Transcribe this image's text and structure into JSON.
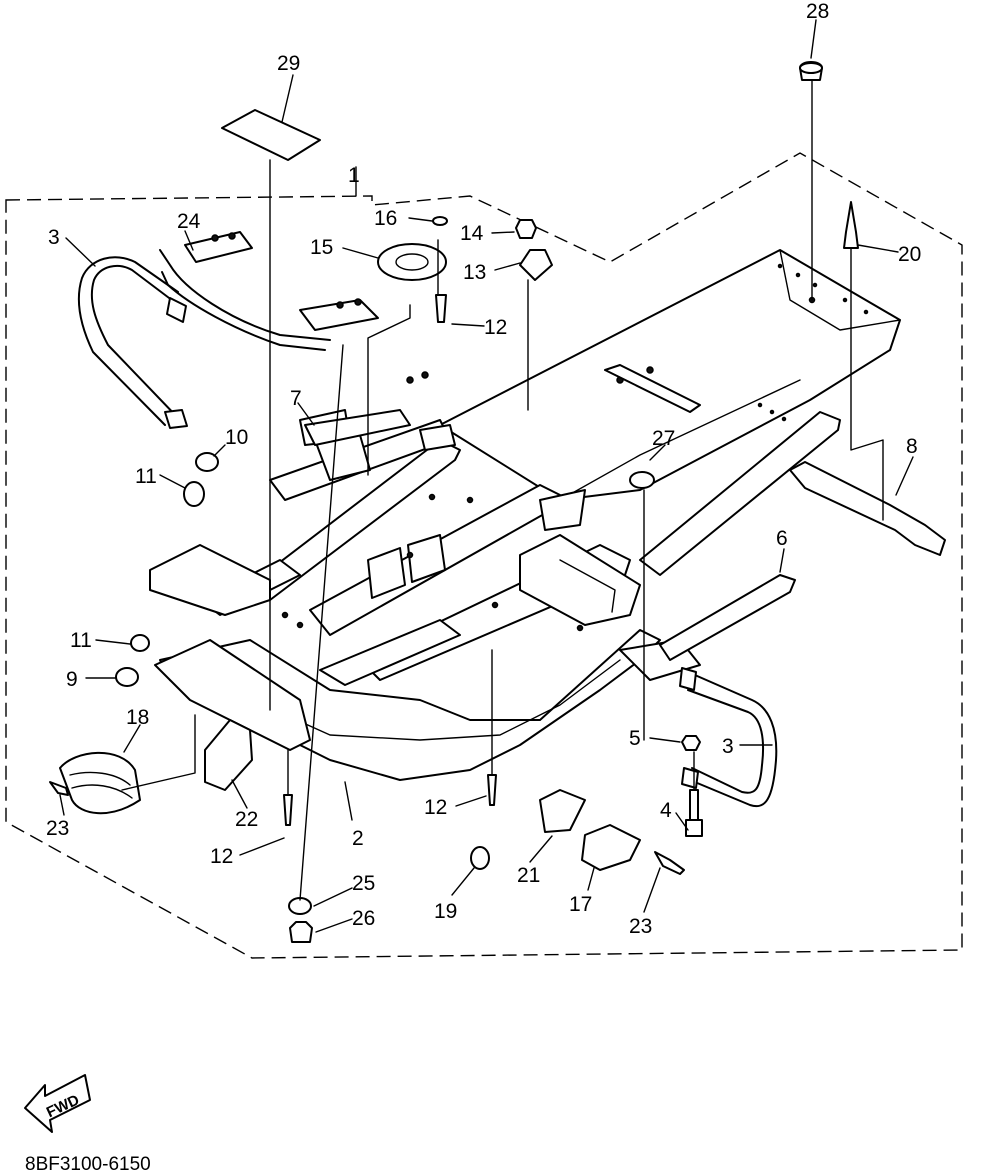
{
  "diagram_code": "8BF3100-6150",
  "fwd_label": "FWD",
  "callouts": [
    {
      "id": "c28",
      "text": "28"
    },
    {
      "id": "c29",
      "text": "29"
    },
    {
      "id": "c1",
      "text": "1"
    },
    {
      "id": "c16",
      "text": "16"
    },
    {
      "id": "c14",
      "text": "14"
    },
    {
      "id": "c15",
      "text": "15"
    },
    {
      "id": "c13",
      "text": "13"
    },
    {
      "id": "c20",
      "text": "20"
    },
    {
      "id": "c3a",
      "text": "3"
    },
    {
      "id": "c24",
      "text": "24"
    },
    {
      "id": "c12a",
      "text": "12"
    },
    {
      "id": "c7",
      "text": "7"
    },
    {
      "id": "c10",
      "text": "10"
    },
    {
      "id": "c27",
      "text": "27"
    },
    {
      "id": "c8",
      "text": "8"
    },
    {
      "id": "c11a",
      "text": "11"
    },
    {
      "id": "c6",
      "text": "6"
    },
    {
      "id": "c11b",
      "text": "11"
    },
    {
      "id": "c9",
      "text": "9"
    },
    {
      "id": "c18",
      "text": "18"
    },
    {
      "id": "c5",
      "text": "5"
    },
    {
      "id": "c3b",
      "text": "3"
    },
    {
      "id": "c12b",
      "text": "12"
    },
    {
      "id": "c4",
      "text": "4"
    },
    {
      "id": "c22",
      "text": "22"
    },
    {
      "id": "c23a",
      "text": "23"
    },
    {
      "id": "c2",
      "text": "2"
    },
    {
      "id": "c21",
      "text": "21"
    },
    {
      "id": "c12c",
      "text": "12"
    },
    {
      "id": "c17",
      "text": "17"
    },
    {
      "id": "c25",
      "text": "25"
    },
    {
      "id": "c23b",
      "text": "23"
    },
    {
      "id": "c19",
      "text": "19"
    },
    {
      "id": "c26",
      "text": "26"
    }
  ]
}
